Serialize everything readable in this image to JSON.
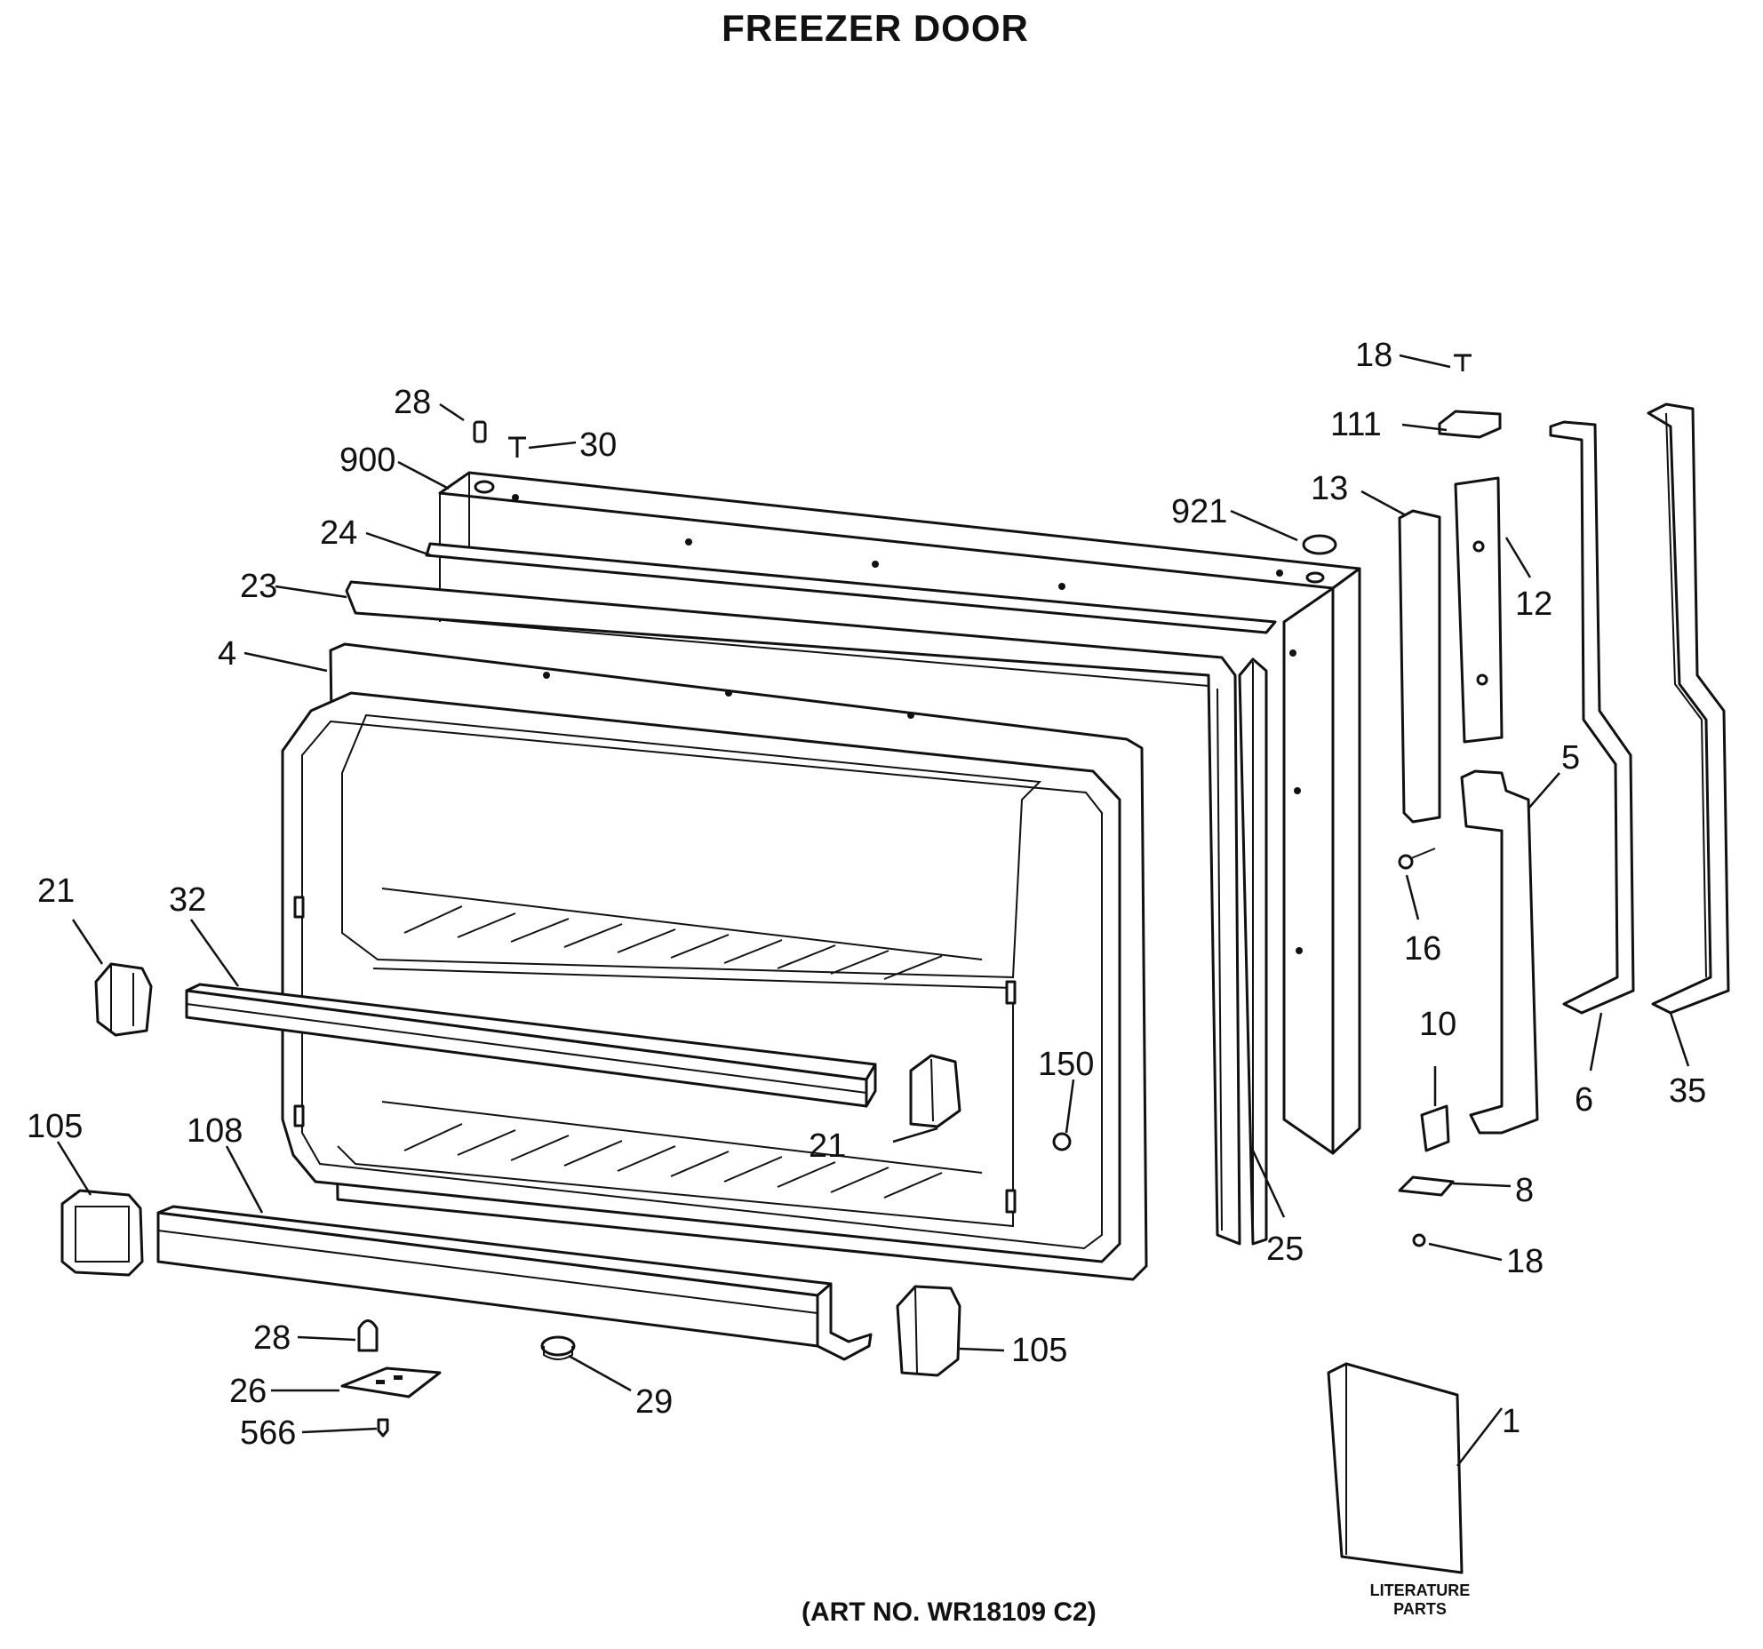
{
  "title": "FREEZER DOOR",
  "art_number": "(ART NO. WR18109 C2)",
  "literature": {
    "line1": "LITERATURE",
    "line2": "PARTS"
  },
  "callouts": {
    "c1": "1",
    "c4": "4",
    "c5": "5",
    "c6": "6",
    "c8": "8",
    "c10": "10",
    "c12": "12",
    "c13": "13",
    "c16": "16",
    "c18a": "18",
    "c18b": "18",
    "c21a": "21",
    "c21b": "21",
    "c23": "23",
    "c24": "24",
    "c25": "25",
    "c26": "26",
    "c28a": "28",
    "c28b": "28",
    "c29": "29",
    "c30": "30",
    "c32": "32",
    "c35": "35",
    "c105a": "105",
    "c105b": "105",
    "c108": "108",
    "c111": "111",
    "c150": "150",
    "c566": "566",
    "c900": "900",
    "c921": "921"
  }
}
